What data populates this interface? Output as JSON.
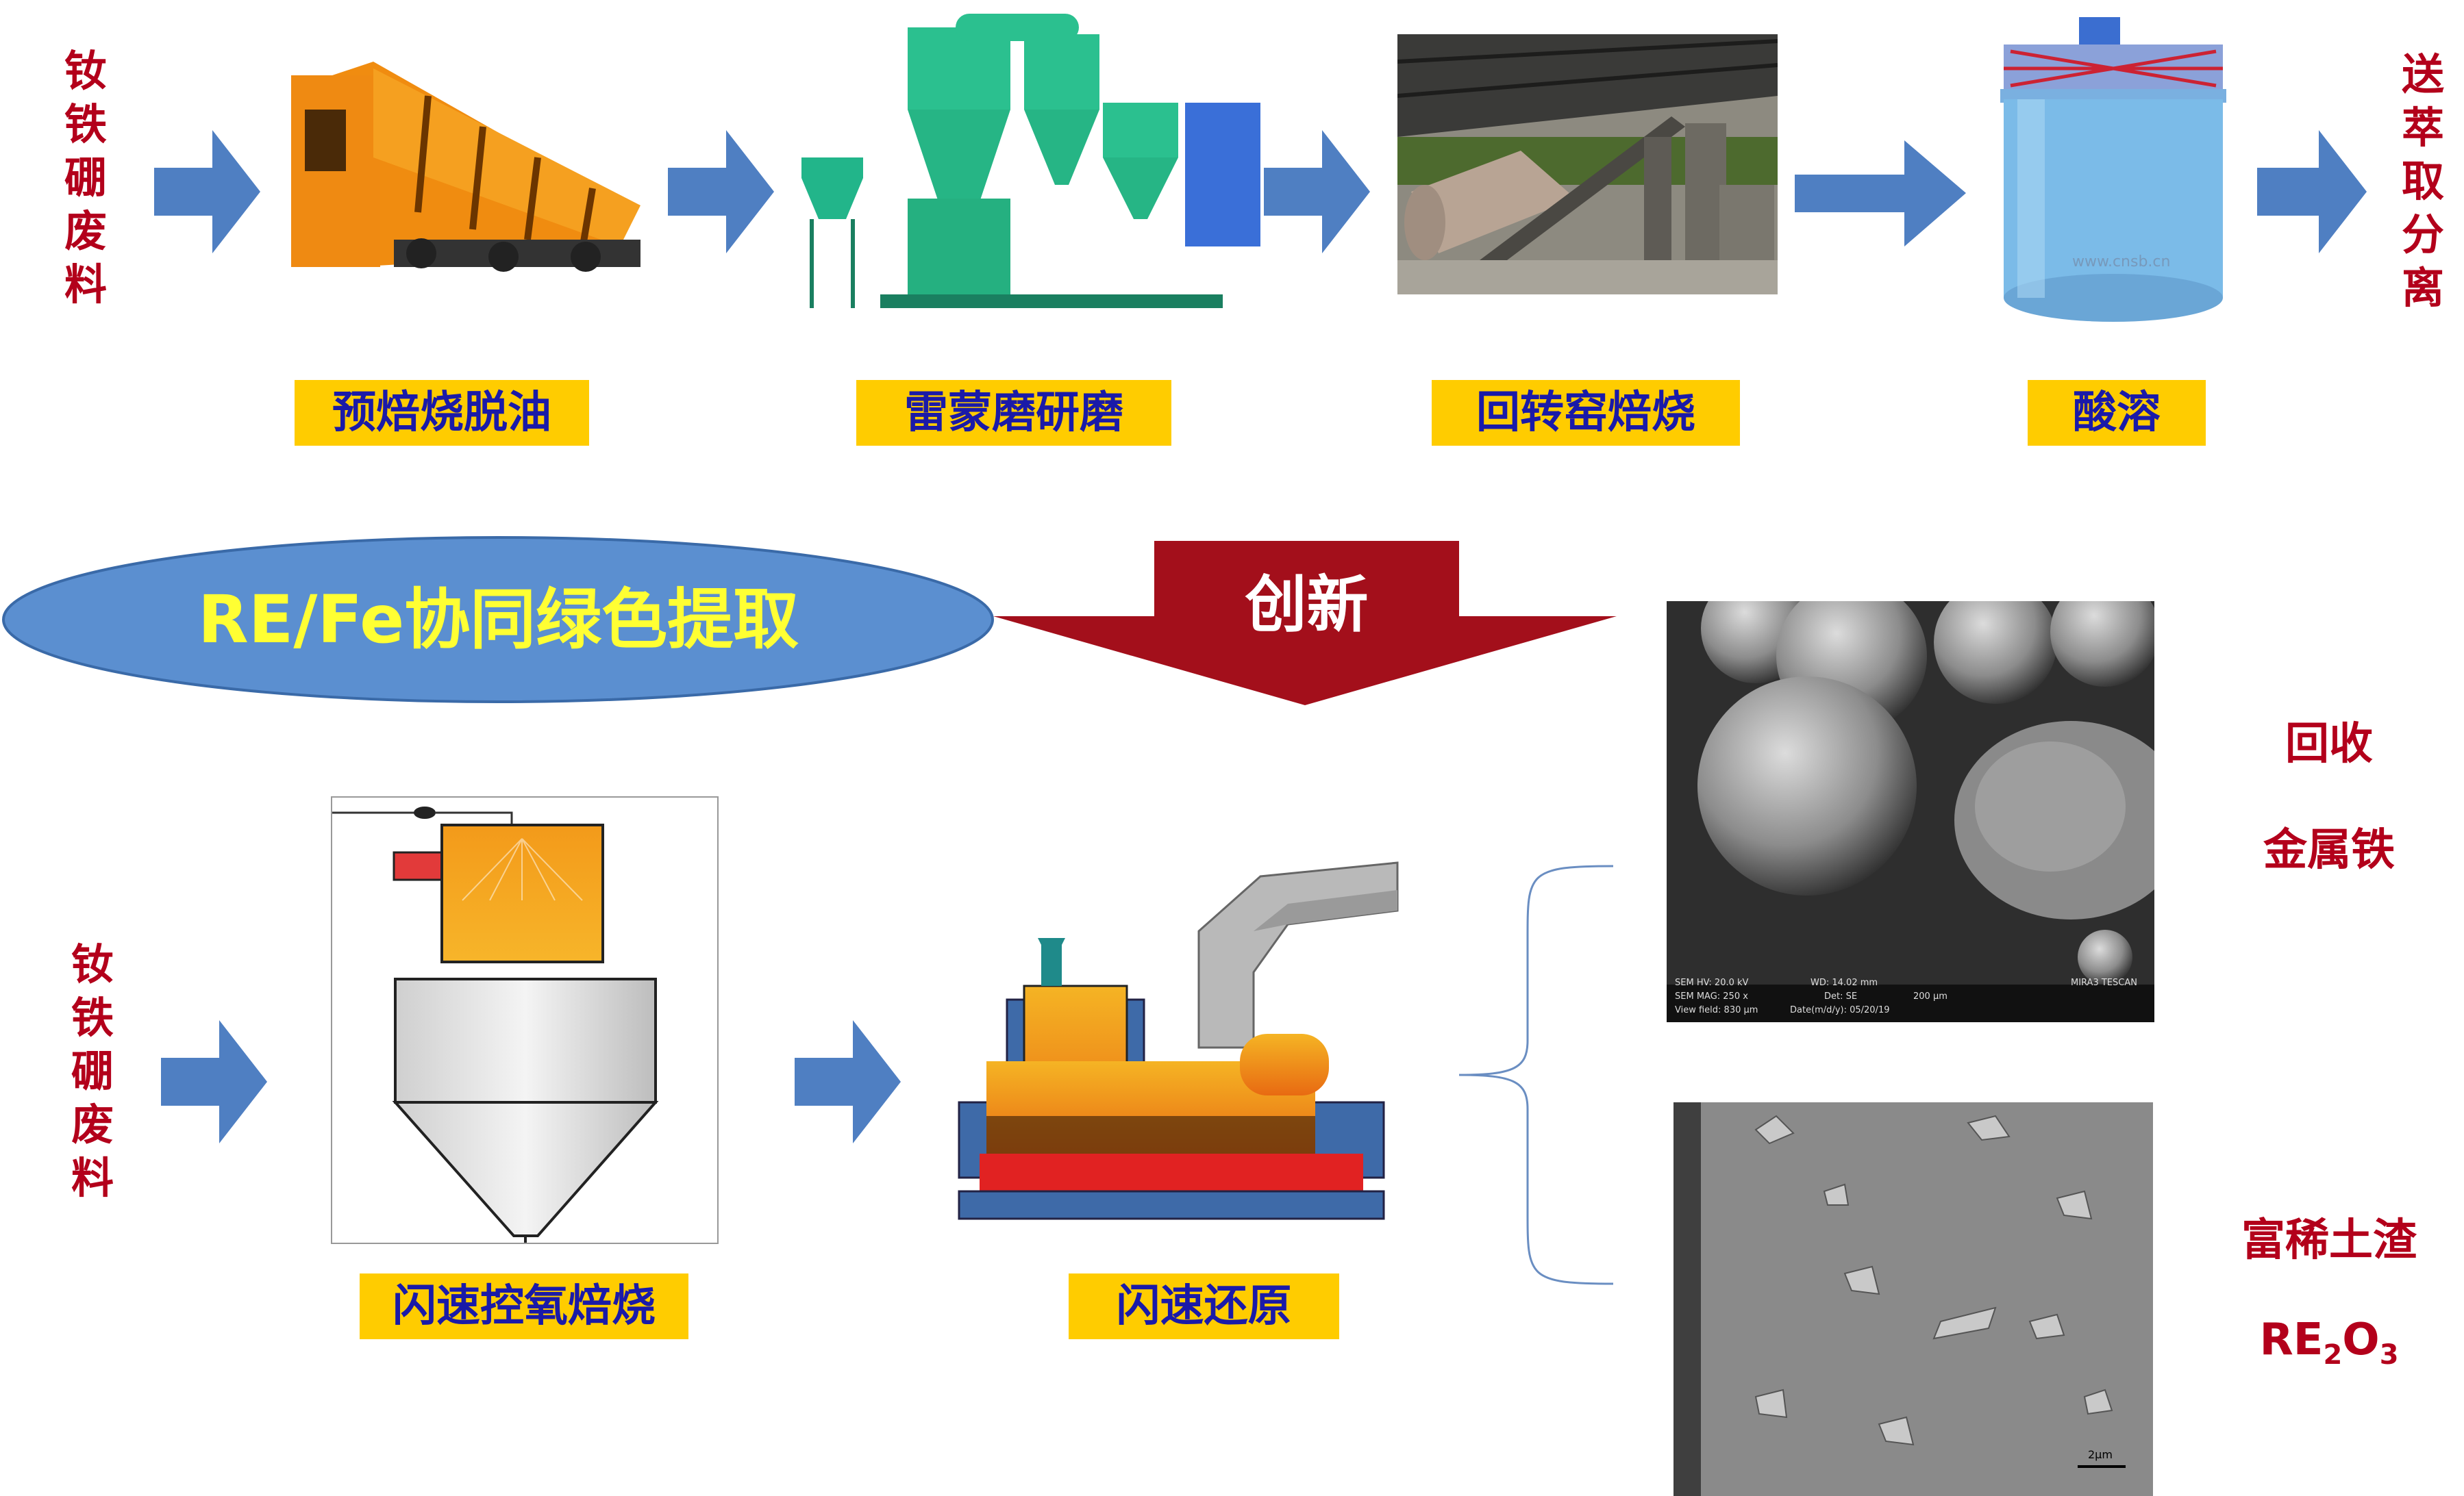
{
  "top_row": {
    "start_label": "钕铁硼废料",
    "end_label": "送萃取分离",
    "steps": [
      {
        "label": "预焙烧脱油",
        "image": "rotary-dryer-photo"
      },
      {
        "label": "雷蒙磨研磨",
        "image": "raymond-mill-photo"
      },
      {
        "label": "回转窑焙烧",
        "image": "rotary-kiln-photo"
      },
      {
        "label": "酸溶",
        "image": "acid-tank-photo"
      }
    ]
  },
  "innovation": {
    "ellipse_text": "RE/Fe协同绿色提取",
    "banner_text": "创新"
  },
  "bottom_row": {
    "start_label": "钕铁硼废料",
    "steps": [
      {
        "label": "闪速控氧焙烧",
        "image": "flash-roasting-furnace-diagram"
      },
      {
        "label": "闪速还原",
        "image": "flash-reduction-furnace-diagram"
      }
    ],
    "products": [
      {
        "line1": "回收",
        "line2": "金属铁"
      },
      {
        "line1": "富稀土渣",
        "line2_base": "RE",
        "line2_sub1": "2",
        "line2_mid": "O",
        "line2_sub2": "3"
      }
    ],
    "sem_top": {
      "row1": [
        "SEM HV: 20.0 kV",
        "WD: 14.02 mm",
        "MIRA3 TESCAN"
      ],
      "row2": [
        "SEM MAG: 250 x",
        "Det: SE",
        "200 μm"
      ],
      "row3": [
        "View field: 830 μm",
        "Date(m/d/y): 05/20/19"
      ]
    },
    "sem_bottom_scale": "2μm",
    "watermark": "www.cnsb.cn"
  },
  "colors": {
    "arrow": "#4f7fc2",
    "label_bg": "#ffcc00",
    "label_text": "#1a1aa8",
    "red_text": "#b3001b",
    "ellipse": "#5b8fd0",
    "ellipse_text": "#ffff33",
    "banner": "#a30f1b"
  }
}
